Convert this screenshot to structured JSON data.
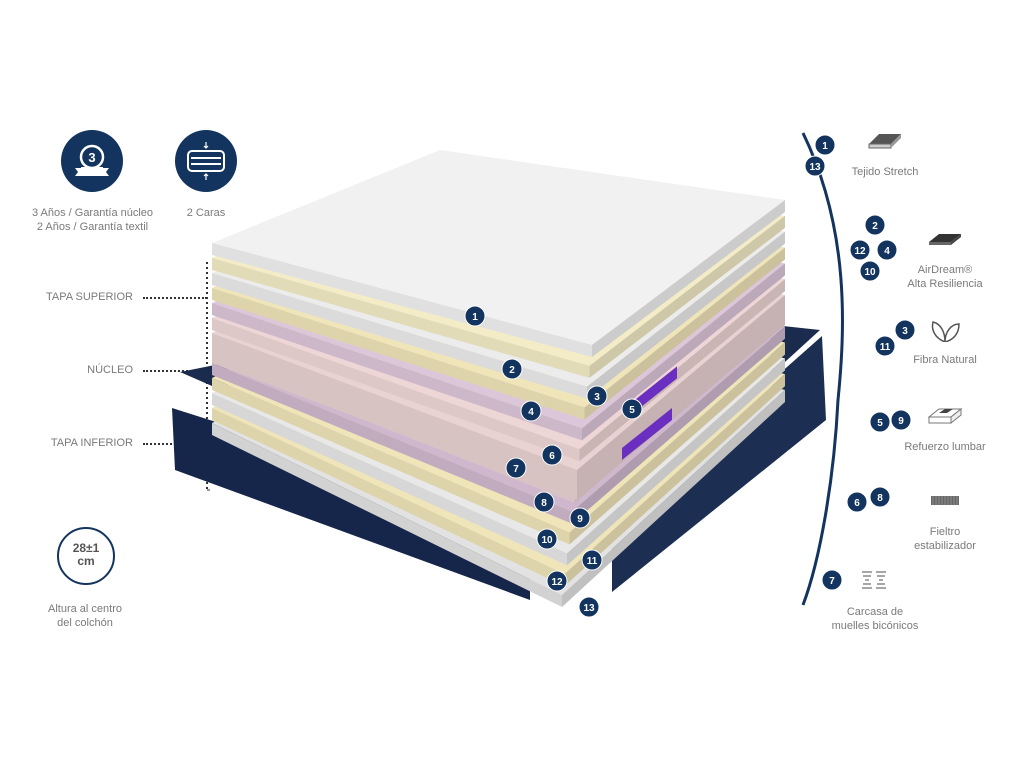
{
  "features": {
    "warranty": {
      "icon": "warranty-ribbon-icon",
      "badge": "3",
      "line1": "3 Años / Garantía núcleo",
      "line2": "2 Años / Garantía textil"
    },
    "sides": {
      "icon": "two-sides-icon",
      "label": "2 Caras"
    },
    "height": {
      "value": "28±1",
      "unit": "cm",
      "line1": "Altura al centro",
      "line2": "del colchón"
    }
  },
  "sections": [
    "TAPA SUPERIOR",
    "NÚCLEO",
    "TAPA INFERIOR"
  ],
  "layers": [
    {
      "n": "1",
      "color": "#f1f1f1"
    },
    {
      "n": "2",
      "color": "#f3ecc6"
    },
    {
      "n": "3",
      "color": "#ececec"
    },
    {
      "n": "4",
      "color": "#efe5b9"
    },
    {
      "n": "5",
      "color": "#dcc6d9"
    },
    {
      "n": "6",
      "color": "#eed6d6"
    },
    {
      "n": "7",
      "color": "#e9d2d2"
    },
    {
      "n": "8",
      "color": "#e9d1d4"
    },
    {
      "n": "9",
      "color": "#cfb8ce"
    },
    {
      "n": "10",
      "color": "#efe5b9"
    },
    {
      "n": "11",
      "color": "#e8e8e8"
    },
    {
      "n": "12",
      "color": "#efe5b9"
    },
    {
      "n": "13",
      "color": "#e2e2e2"
    }
  ],
  "legend": [
    {
      "numbers": [
        "1",
        "13"
      ],
      "icon": "fabric-icon",
      "line1": "Tejido Stretch",
      "line2": ""
    },
    {
      "numbers": [
        "2",
        "12",
        "4",
        "10"
      ],
      "icon": "foam-icon",
      "line1": "AirDream®",
      "line2": "Alta Resiliencia"
    },
    {
      "numbers": [
        "3",
        "11"
      ],
      "icon": "leaf-icon",
      "line1": "Fibra Natural",
      "line2": ""
    },
    {
      "numbers": [
        "9",
        "5"
      ],
      "icon": "lumbar-icon",
      "line1": "Refuerzo lumbar",
      "line2": ""
    },
    {
      "numbers": [
        "8",
        "6"
      ],
      "icon": "felt-icon",
      "line1": "Fieltro",
      "line2": "estabilizador"
    },
    {
      "numbers": [
        "7"
      ],
      "icon": "springs-icon",
      "line1": "Carcasa de",
      "line2": "muelles bicónicos"
    }
  ],
  "colors": {
    "navy": "#13345f",
    "purple": "#6a2fc0"
  }
}
